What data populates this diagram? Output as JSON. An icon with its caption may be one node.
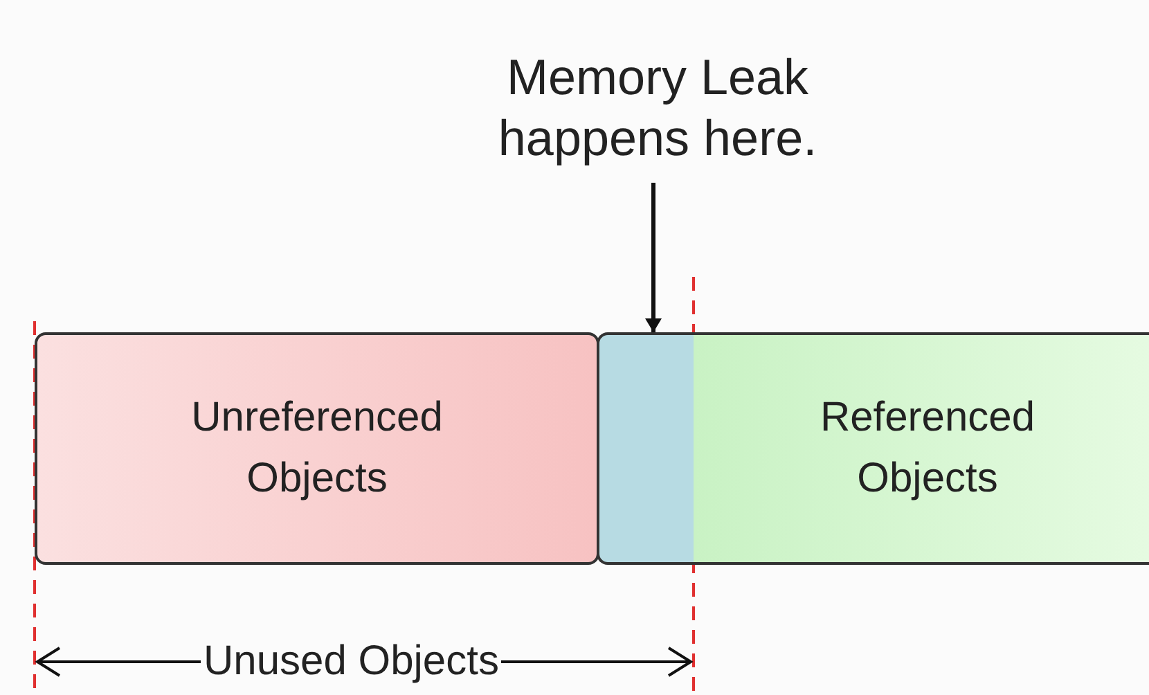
{
  "diagram": {
    "nodes": [
      {
        "text": [
          "Memory Leak happens here."
        ]
      },
      {
        "text": [
          "Unreferenced Objects"
        ]
      },
      {
        "text": [],
        "shape": "box"
      },
      {
        "text": [
          "Referenced Objects"
        ]
      }
    ],
    "edges": [
      {
        "from": 0,
        "to": 2,
        "arrow": "to"
      }
    ],
    "labels": [
      "Unused Objects"
    ]
  }
}
